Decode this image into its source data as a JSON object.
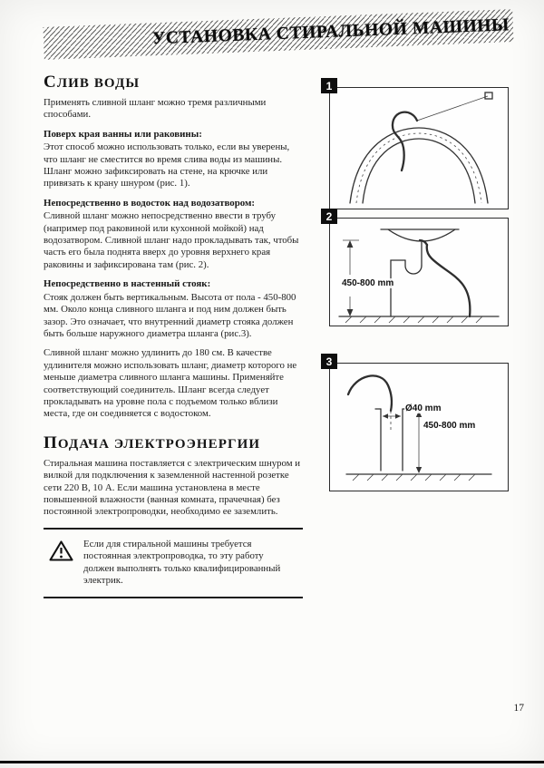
{
  "header": {
    "title": "УСТАНОВКА СТИРАЛЬНОЙ МАШИНЫ"
  },
  "drain": {
    "heading": "СЛИВ ВОДЫ",
    "intro": "Применять сливной шланг можно тремя различными способами.",
    "methods": [
      {
        "title": "Поверх края ванны или раковины:",
        "body": "Этот способ можно использовать только, если вы уверены, что шланг не сместится во время слива воды из машины. Шланг можно зафиксировать на стене, на крючке или привязать к крану шнуром (рис. 1)."
      },
      {
        "title": "Непосредственно в водосток над водозатвором:",
        "body": "Сливной шланг можно непосредственно ввести в трубу (например под раковиной или кухонной мойкой) над водозатвором. Сливной шланг надо прокладывать так, чтобы часть его была поднята вверх до уровня верхнего края раковины и зафиксирована там (рис. 2)."
      },
      {
        "title": "Непосредственно в настенный стояк:",
        "body": "Стояк должен быть вертикальным. Высота от пола - 450-800 мм. Около конца сливного шланга и под ним должен быть зазор. Это означает, что внутренний диаметр стояка должен быть больше наружного диаметра шланга (рис.3)."
      }
    ],
    "extension_note": "Сливной шланг можно удлинить до 180 см. В качестве удлинителя можно использовать шланг, диаметр которого не меньше диаметра сливного шланга машины. Применяйте соответствующий соединитель. Шланг всегда следует прокладывать на уровне пола с подъемом только вблизи места, где он соединяется с водостоком."
  },
  "power": {
    "heading": "ПОДАЧА ЭЛЕКТРОЭНЕРГИИ",
    "body": "Стиральная машина поставляется с электрическим шнуром и вилкой для подключения к заземленной настенной розетке сети 220 В, 10 А. Если машина установлена в месте повышенной влажности (ванная комната, прачечная) без постоянной электропроводки, необходимо ее заземлить."
  },
  "warning": {
    "text": "Если для стиральной машины требуется постоянная электропроводка, то эту работу должен выполнять только квалифицированный электрик."
  },
  "figures": {
    "fig1": {
      "number": "1"
    },
    "fig2": {
      "number": "2",
      "height_label": "450-800 mm"
    },
    "fig3": {
      "number": "3",
      "diameter_label": "Ø40 mm",
      "height_label": "450-800 mm"
    }
  },
  "page_number": "17"
}
